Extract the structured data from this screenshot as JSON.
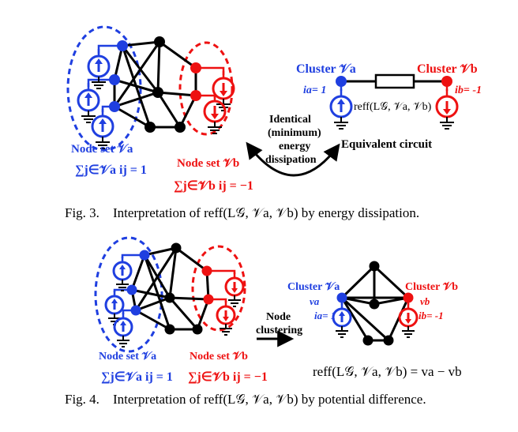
{
  "fig3": {
    "node_set_a": "Node set 𝒱a",
    "sum_a": "∑j∈𝒱a ij = 1",
    "node_set_b": "Node set 𝒱b",
    "sum_b": "∑j∈𝒱b ij = −1",
    "cluster_a": "Cluster 𝒱a",
    "cluster_b": "Cluster 𝒱b",
    "ia": "ia= 1",
    "ib": "ib= -1",
    "reff": "reff(L𝒢, 𝒱a, 𝒱b)",
    "arrow_text_1": "Identical",
    "arrow_text_2": "(minimum)",
    "arrow_text_3": "energy",
    "arrow_text_4": "dissipation",
    "equiv": "Equivalent circuit",
    "caption_num": "Fig. 3.",
    "caption_text": "Interpretation of reff(L𝒢, 𝒱a, 𝒱b) by energy dissipation."
  },
  "fig4": {
    "node_set_a": "Node set 𝒱a",
    "sum_a": "∑j∈𝒱a ij = 1",
    "node_set_b": "Node set 𝒱b",
    "sum_b": "∑j∈𝒱b ij = −1",
    "cluster_a": "Cluster 𝒱a",
    "cluster_b": "Cluster 𝒱b",
    "va": "va",
    "vb": "vb",
    "ia": "ia= 1",
    "ib": "ib= -1",
    "node_text_1": "Node",
    "node_text_2": "clustering",
    "formula": "reff(L𝒢, 𝒱a, 𝒱b) = va − vb",
    "caption_num": "Fig. 4.",
    "caption_text": "Interpretation of reff(L𝒢, 𝒱a, 𝒱b) by potential difference."
  },
  "colors": {
    "blue": "#1f3fe0",
    "red": "#ee1111",
    "black": "#000000"
  }
}
